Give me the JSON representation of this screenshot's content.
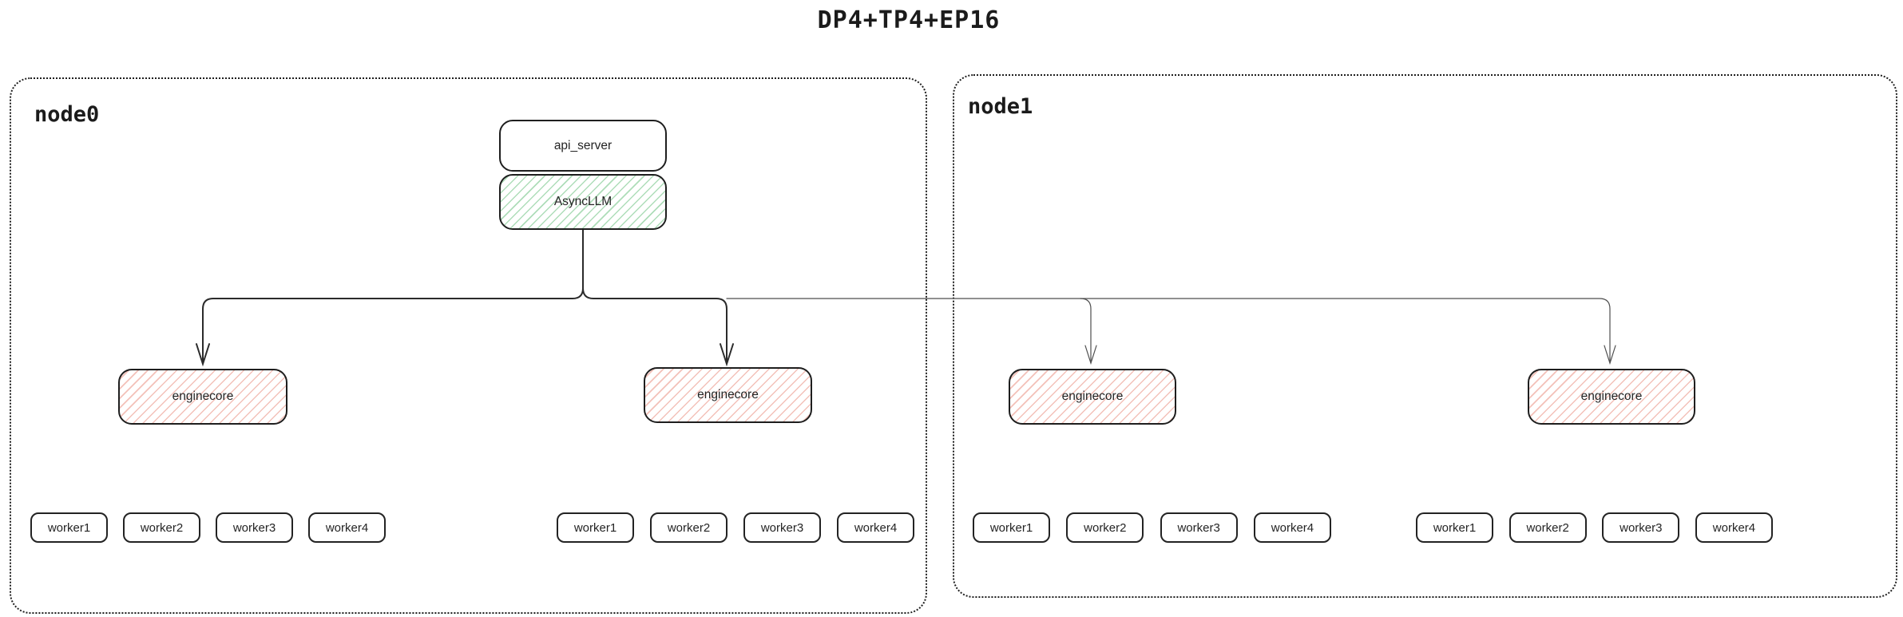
{
  "title": "DP4+TP4+EP16",
  "nodes": [
    {
      "label": "node0",
      "api_server_label": "api_server",
      "async_llm_label": "AsyncLLM",
      "groups": [
        {
          "enginecore_label": "enginecore",
          "workers": [
            "worker1",
            "worker2",
            "worker3",
            "worker4"
          ]
        },
        {
          "enginecore_label": "enginecore",
          "workers": [
            "worker1",
            "worker2",
            "worker3",
            "worker4"
          ]
        }
      ]
    },
    {
      "label": "node1",
      "groups": [
        {
          "enginecore_label": "enginecore",
          "workers": [
            "worker1",
            "worker2",
            "worker3",
            "worker4"
          ]
        },
        {
          "enginecore_label": "enginecore",
          "workers": [
            "worker1",
            "worker2",
            "worker3",
            "worker4"
          ]
        }
      ]
    }
  ],
  "colors": {
    "border": "#1e1e1e",
    "green_hatch": "#aeddb9",
    "red_hatch": "#f3c1b9",
    "connector_bold": "#2b2b2b",
    "connector_thin": "#4d4d4d"
  }
}
